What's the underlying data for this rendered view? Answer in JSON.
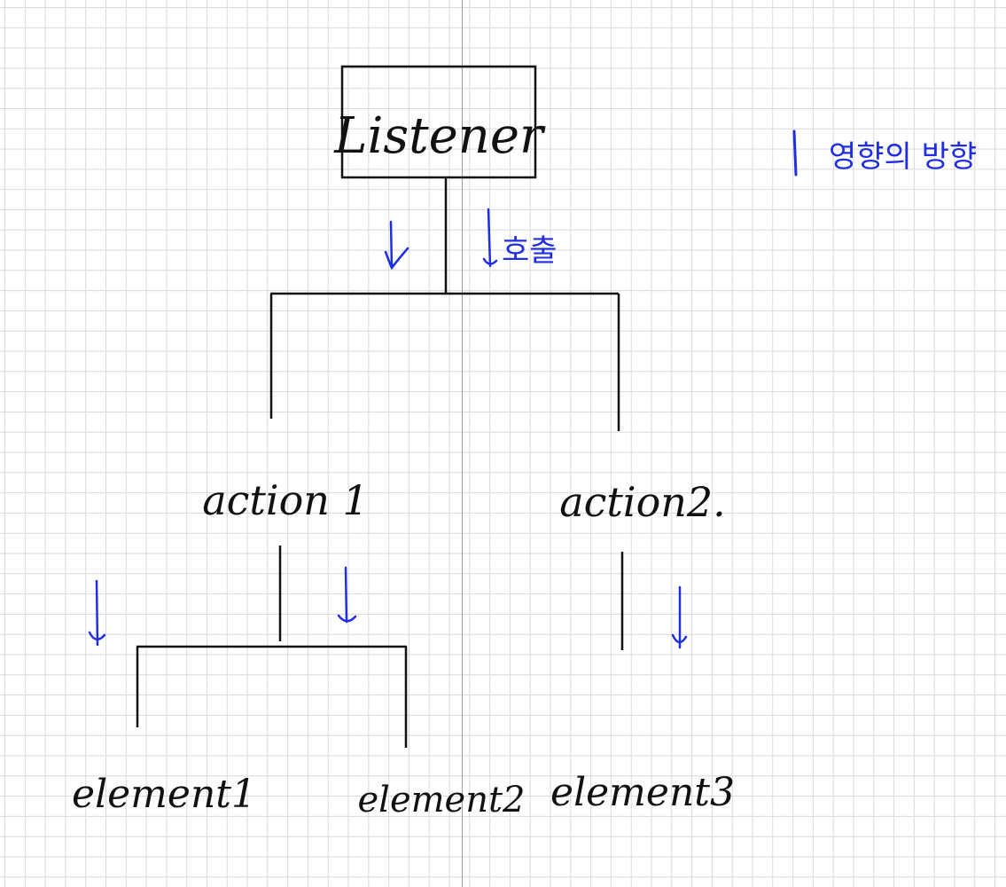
{
  "colors": {
    "ink": "#111111",
    "annotation": "#1f2ee0",
    "grid": "#d9d9d9"
  },
  "diagram": {
    "root": {
      "label": "Listener"
    },
    "actions": [
      {
        "label": "action 1"
      },
      {
        "label": "action2."
      }
    ],
    "elements": [
      {
        "label": "element1"
      },
      {
        "label": "element2"
      },
      {
        "label": "element3"
      }
    ],
    "annotations": {
      "root_call_label": "호출",
      "legend_label": "영향의 방향"
    }
  }
}
